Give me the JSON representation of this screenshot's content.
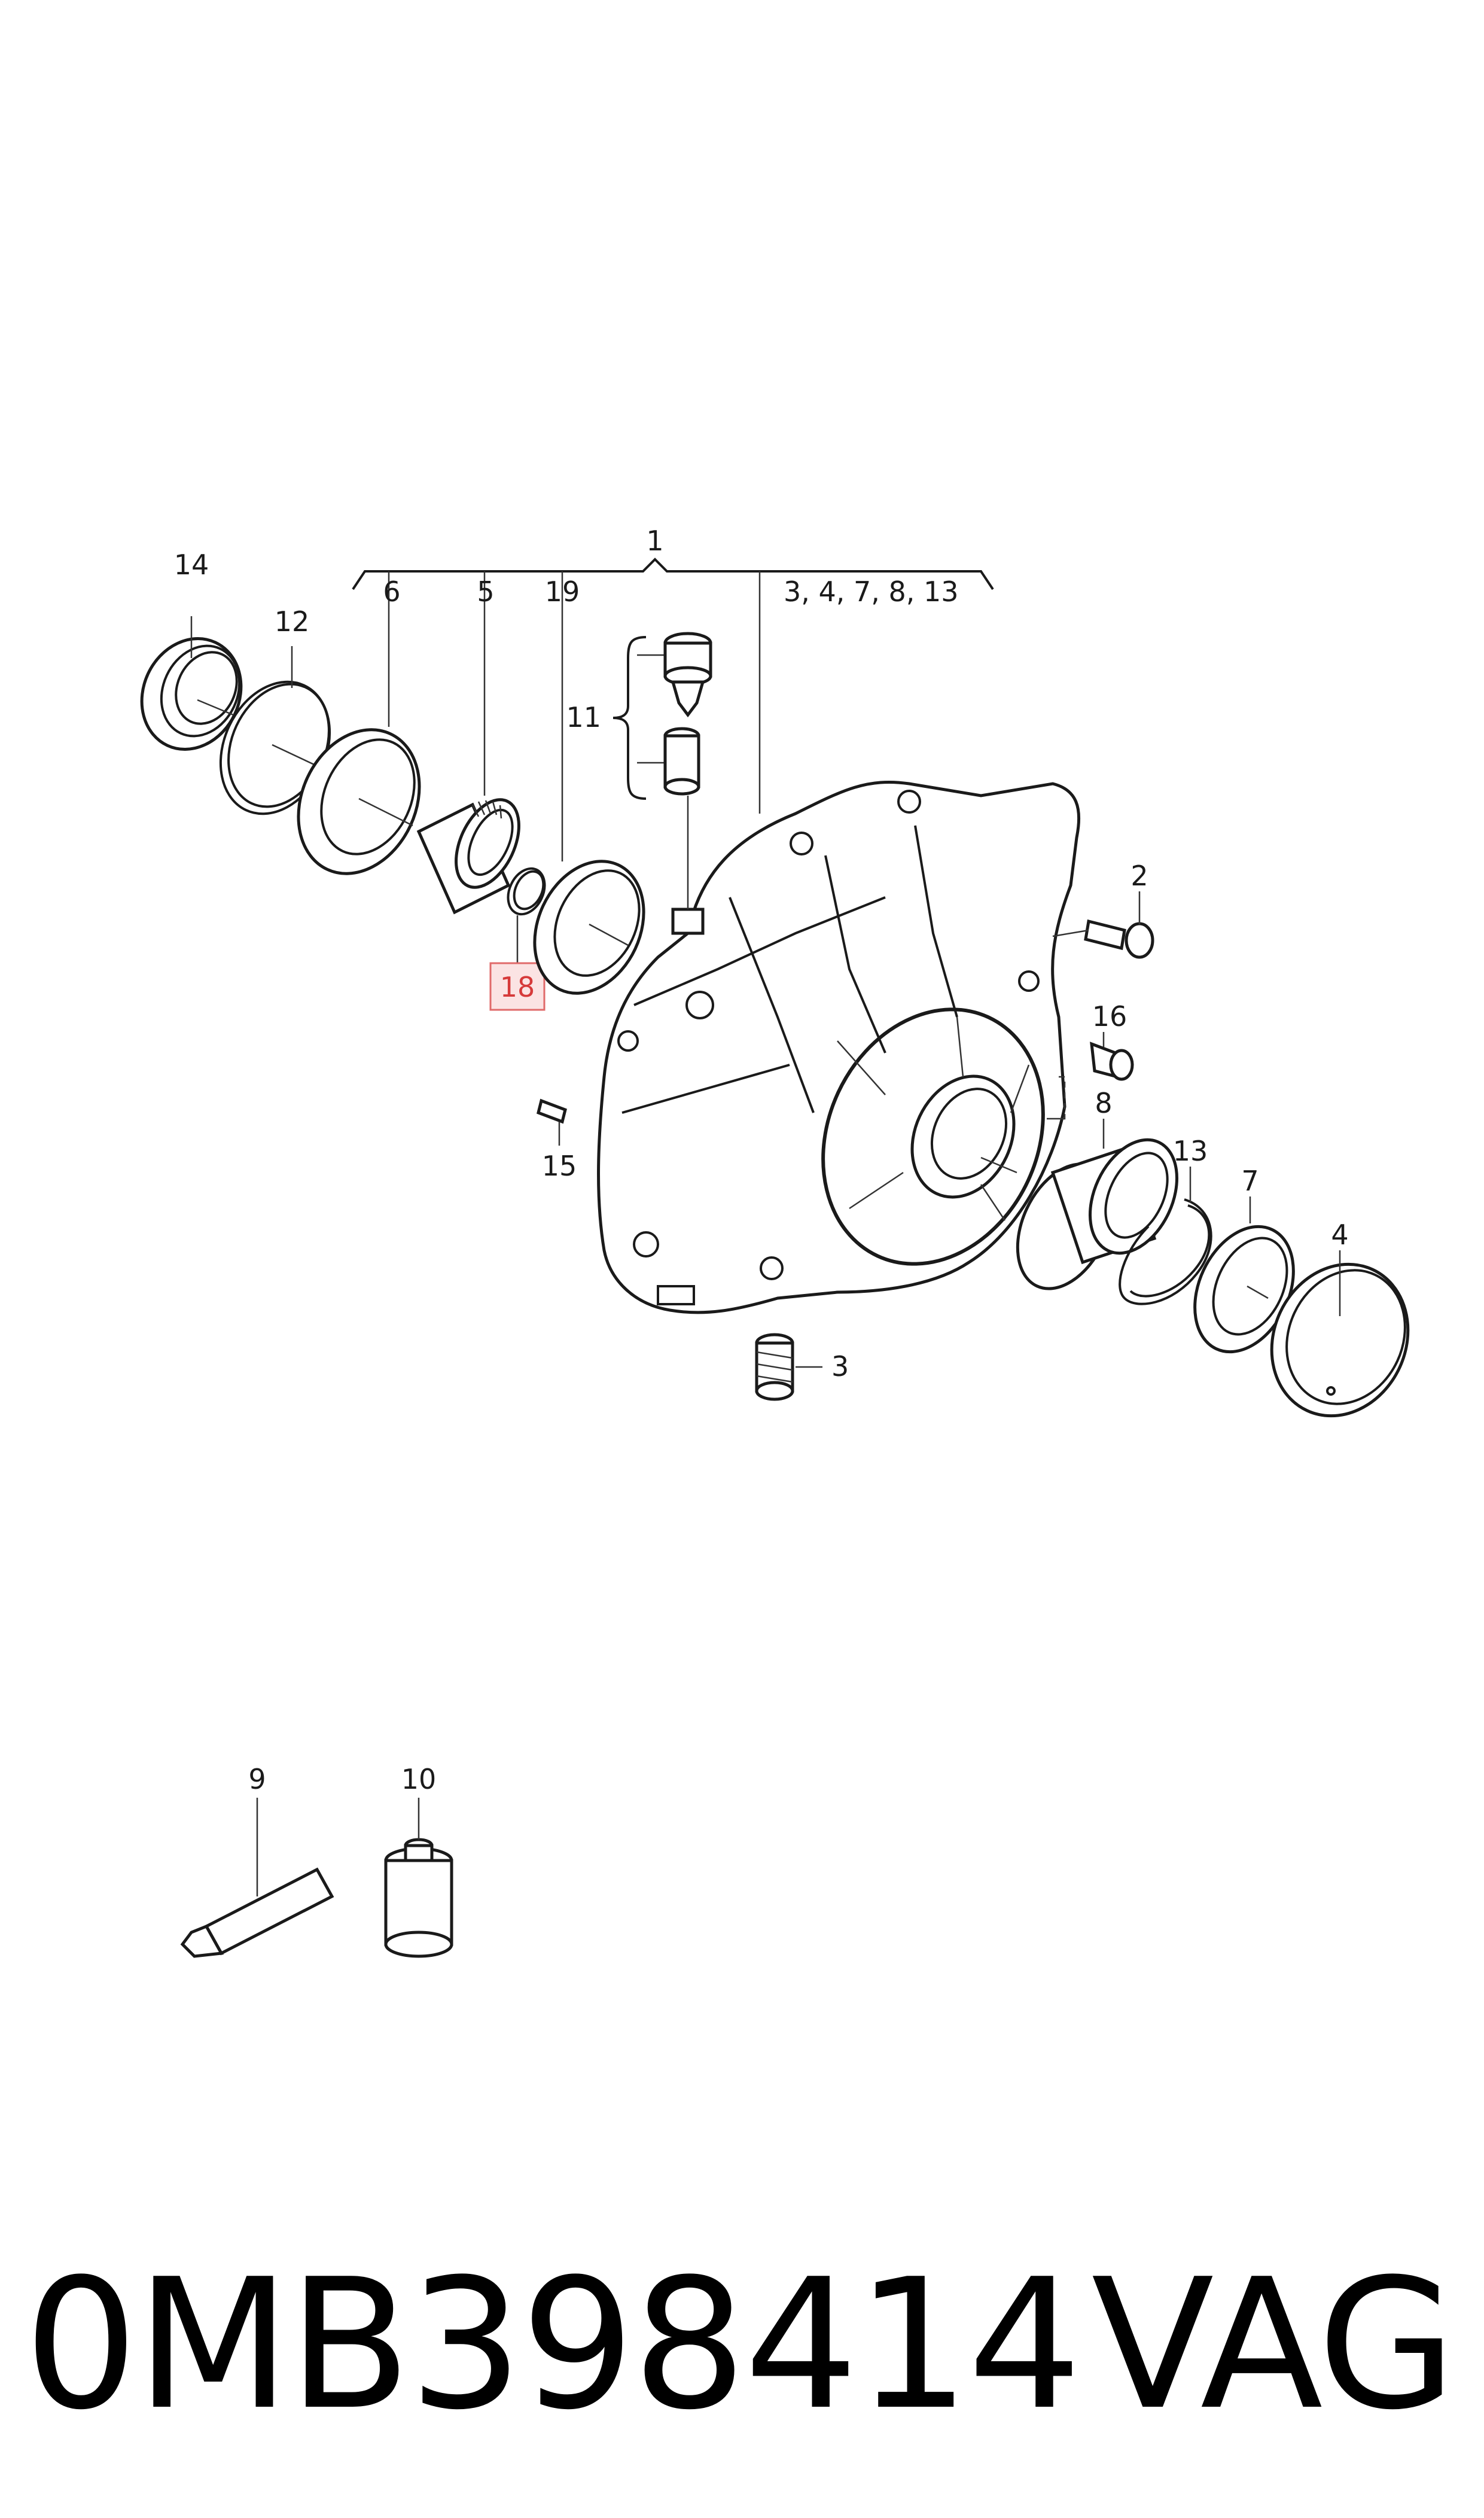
{
  "diagram": {
    "callouts": {
      "c1": "1",
      "c_group": "3, 4, 7, 8, 13",
      "c2": "2",
      "c3": "3",
      "c4": "4",
      "c5": "5",
      "c6": "6",
      "c7": "7",
      "c8": "8",
      "c9": "9",
      "c10": "10",
      "c11": "11",
      "c12": "12",
      "c13": "13",
      "c14": "14",
      "c15": "15",
      "c16": "16",
      "c18": "18",
      "c19": "19"
    },
    "highlighted_callout": "18",
    "highlight_color": "#d63a3a"
  },
  "footer": {
    "part_number": "0MB398414",
    "brand": "VAG"
  }
}
